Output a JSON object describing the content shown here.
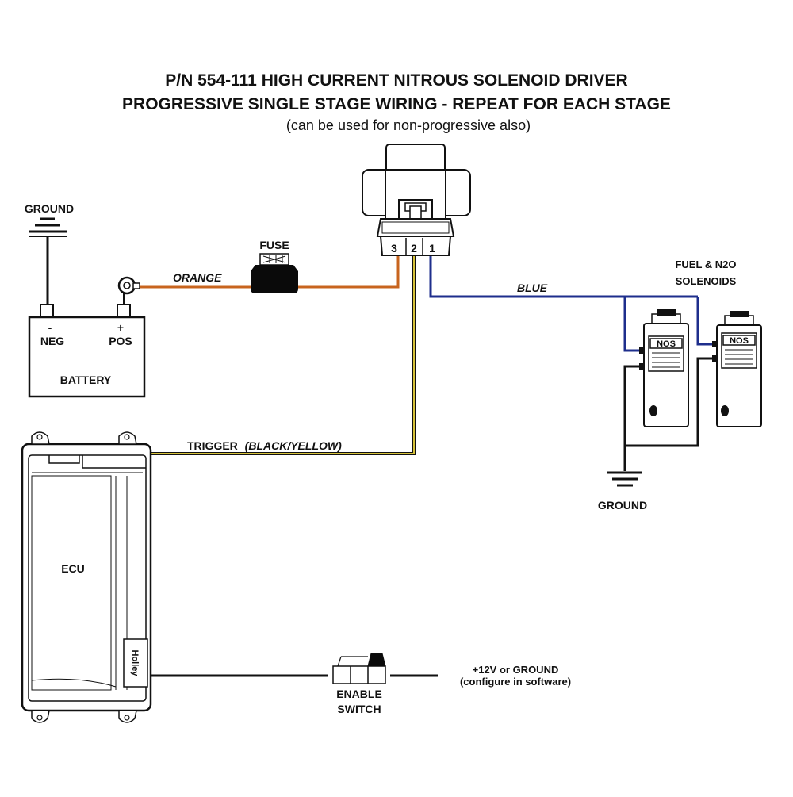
{
  "title": {
    "line1": "P/N 554-111 HIGH CURRENT NITROUS SOLENOID DRIVER",
    "line2": "PROGRESSIVE SINGLE STAGE WIRING - REPEAT FOR EACH STAGE",
    "line3": "(can be used for non-progressive also)"
  },
  "labels": {
    "ground_battery": "GROUND",
    "fuse": "FUSE",
    "battery_neg_sign": "-",
    "battery_pos_sign": "+",
    "battery_neg": "NEG",
    "battery_pos": "POS",
    "battery": "BATTERY",
    "solenoids_line1": "FUEL & N2O",
    "solenoids_line2": "SOLENOIDS",
    "ground_solenoids": "GROUND",
    "ecu": "ECU",
    "enable_line1": "ENABLE",
    "enable_line2": "SWITCH",
    "enable_out_line1": "+12V or GROUND",
    "enable_out_line2": "(configure in software)",
    "nos_badge": "NOS",
    "ecu_brand": "Holley"
  },
  "wires": {
    "orange": "ORANGE",
    "blue": "BLUE",
    "trigger_prefix": "TRIGGER",
    "trigger_color": "(BLACK/YELLOW)"
  },
  "connector_pins": [
    "3",
    "2",
    "1"
  ],
  "colors": {
    "orange_wire": "#c8641e",
    "blue_wire": "#1e2e8c",
    "trigger_wire": "#d6c23a",
    "ground_wire": "#111111"
  }
}
